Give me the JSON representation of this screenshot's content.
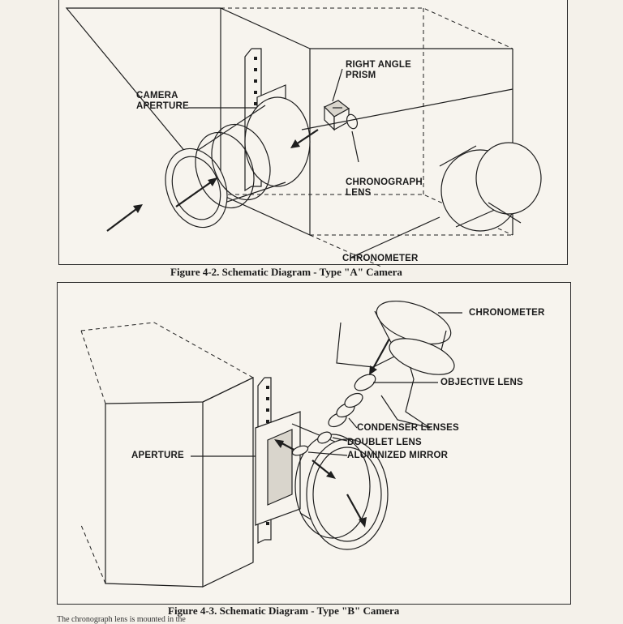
{
  "figure_a": {
    "caption": "Figure 4-2.  Schematic Diagram - Type \"A\" Camera",
    "labels": {
      "camera_aperture": "CAMERA\nAPERTURE",
      "right_angle_prism": "RIGHT ANGLE\nPRISM",
      "chronograph_lens": "CHRONOGRAPH\nLENS",
      "chronometer": "CHRONOMETER"
    }
  },
  "figure_b": {
    "caption": "Figure 4-3.  Schematic Diagram - Type \"B\" Camera",
    "labels": {
      "chronometer": "CHRONOMETER",
      "objective_lens": "OBJECTIVE LENS",
      "condenser_lenses": "CONDENSER LENSES",
      "doublet_lens": "DOUBLET LENS",
      "aluminized_mirror": "ALUMINIZED MIRROR",
      "aperture": "APERTURE"
    }
  },
  "footer": {
    "partial_text": "The chronograph lens is mounted in the"
  },
  "colors": {
    "ink": "#1e1e1e",
    "paper": "#f4f1ea"
  }
}
